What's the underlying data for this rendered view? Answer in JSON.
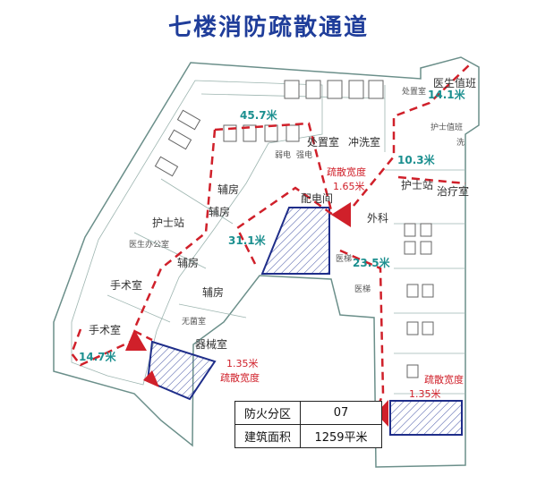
{
  "title": "七楼消防疏散通道",
  "rooms": {
    "ward1": "辅房",
    "ward2": "辅房",
    "ward3": "辅房",
    "ward4": "辅房",
    "nurse_station_left": "护士站",
    "doctor_office": "医生办公室",
    "operating1": "手术室",
    "operating2": "手术室",
    "sterile": "无菌室",
    "equipment": "器械室",
    "disposal": "处置室",
    "flush": "冲洗室",
    "weak_current": "弱电",
    "power": "强电",
    "distribution": "配电间",
    "elevator1": "医梯",
    "elevator2": "医梯",
    "surgery_dept": "外科",
    "nurse_station_right": "护士站",
    "treatment": "治疗室",
    "duty_doctor": "医生值班",
    "duty_nurse": "护士值班",
    "wash": "洗",
    "disposal_small": "处置室"
  },
  "distances": [
    "45.7米",
    "31.1米",
    "14.7米",
    "10.3米",
    "14.1米",
    "23.5米"
  ],
  "exits": {
    "upper_width_label": "疏散宽度",
    "upper_width_value": "1.65米",
    "left_width_value": "1.35米",
    "left_width_label": "疏散宽度",
    "right_width_label": "疏散宽度",
    "right_width_value": "1.35米"
  },
  "info": {
    "zone_label": "防火分区",
    "zone_value": "07",
    "area_label": "建筑面积",
    "area_value": "1259平米"
  },
  "colors": {
    "title": "#1f3d9a",
    "route": "#d0202a",
    "distance": "#1b8f8f",
    "stair_frame": "#1f2e8a"
  }
}
